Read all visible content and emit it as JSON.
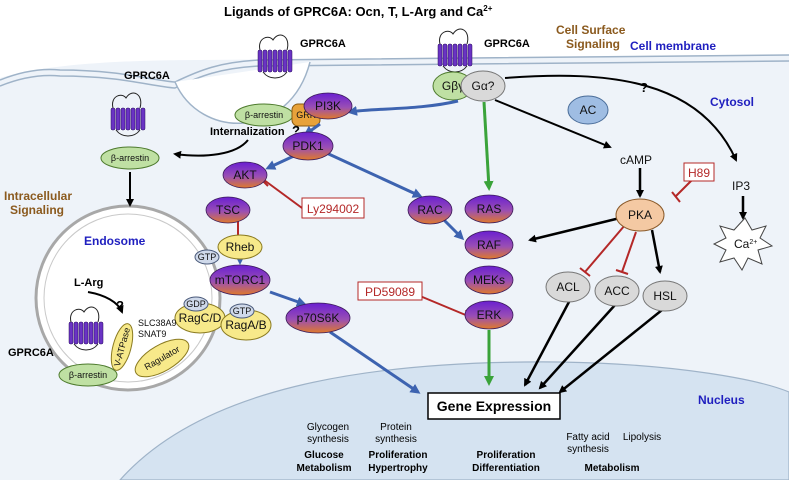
{
  "title": "Ligands of GPRC6A: Ocn, T, L-Arg and Ca",
  "title_sup": "2+",
  "regions": {
    "cell_surface_line1": "Cell Surface",
    "cell_surface_line2": "Signaling",
    "cell_membrane": "Cell membrane",
    "cytosol": "Cytosol",
    "intracellular_line1": "Intracellular",
    "intracellular_line2": "Signaling",
    "endosome": "Endosome",
    "nucleus": "Nucleus"
  },
  "receptors": {
    "left": "GPRC6A",
    "middle": "GPRC6A",
    "right": "GPRC6A",
    "endosome": "GPRC6A"
  },
  "adaptors": {
    "beta_arrestin": "β-arrestin",
    "grk": "GRK",
    "g_beta_gamma": "Gβγ",
    "g_alpha": "Gα?"
  },
  "labels": {
    "internalization": "Internalization",
    "question": "?",
    "l_arg": "L-Arg",
    "slc38a9": "SLC38A9",
    "snat9": "SNAT9",
    "camp": "cAMP",
    "ip3": "IP3",
    "ca": "Ca",
    "ca_sup": "2+",
    "gtp": "GTP",
    "gdp": "GDP",
    "v_atpase": "V-ATPase",
    "ragulator": "Ragulator"
  },
  "nodes": {
    "pi3k": "PI3K",
    "pdk1": "PDK1",
    "akt": "AKT",
    "tsc": "TSC",
    "rheb": "Rheb",
    "mtorc1": "mTORC1",
    "ragcd": "RagC/D",
    "ragab": "RagA/B",
    "p70s6k": "p70S6K",
    "rac": "RAC",
    "ras": "RAS",
    "raf": "RAF",
    "meks": "MEKs",
    "erk": "ERK",
    "ac": "AC",
    "pka": "PKA",
    "acl": "ACL",
    "acc": "ACC",
    "hsl": "HSL"
  },
  "inhibitors": {
    "ly294002": "Ly294002",
    "h89": "H89",
    "pd59089": "PD59089"
  },
  "gene_expression": "Gene Expression",
  "outcomes": {
    "glycogen_line1": "Glycogen",
    "glycogen_line2": "synthesis",
    "protein_line1": "Protein",
    "protein_line2": "synthesis",
    "fatty_line1": "Fatty acid",
    "fatty_line2": "synthesis",
    "lipolysis": "Lipolysis",
    "glucose_line1": "Glucose",
    "glucose_line2": "Metabolism",
    "prolif_hyper_line1": "Proliferation",
    "prolif_hyper_line2": "Hypertrophy",
    "prolif_diff_line1": "Proliferation",
    "prolif_diff_line2": "Differentiation",
    "metabolism": "Metabolism"
  },
  "colors": {
    "kinase_top": "#6a1fd1",
    "kinase_bottom": "#e07a2a",
    "beta_arrestin": "#bfe0a3",
    "grk": "#e8a23a",
    "ac": "#9fbde3",
    "pka": "#f4c9a3",
    "grey_node": "#d9d9d9",
    "yellow_node": "#f7e98a",
    "arrow_blue": "#3d63b0",
    "arrow_green": "#3aa33a",
    "inhibit_red": "#b42828",
    "nucleus": "#d5e3f1",
    "cell": "#e9f0f8",
    "receptor": "#6a33c4"
  }
}
